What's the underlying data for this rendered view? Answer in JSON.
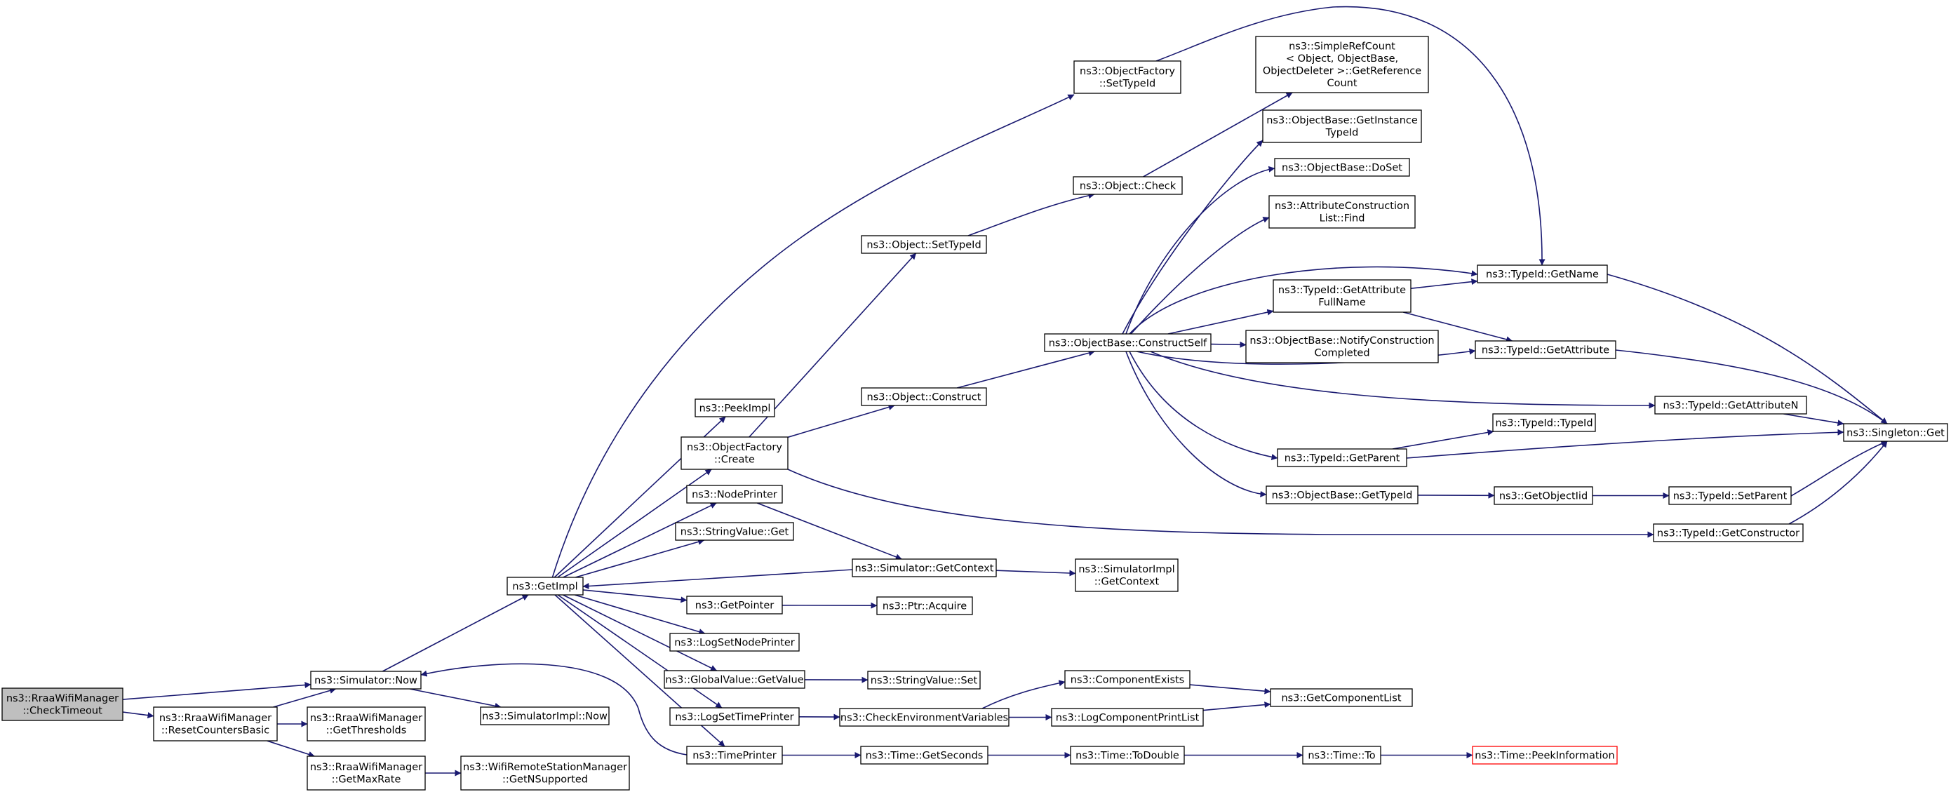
{
  "nodes": [
    {
      "id": "checktimeout",
      "lines": [
        "ns3::RraaWifiManager",
        "::CheckTimeout"
      ],
      "style": "root"
    },
    {
      "id": "sim_now",
      "lines": [
        "ns3::Simulator::Now"
      ]
    },
    {
      "id": "reset",
      "lines": [
        "ns3::RraaWifiManager",
        "::ResetCountersBasic"
      ]
    },
    {
      "id": "getthr",
      "lines": [
        "ns3::RraaWifiManager",
        "::GetThresholds"
      ]
    },
    {
      "id": "getmaxrate",
      "lines": [
        "ns3::RraaWifiManager",
        "::GetMaxRate"
      ]
    },
    {
      "id": "getnsupp",
      "lines": [
        "ns3::WifiRemoteStationManager",
        "::GetNSupported"
      ]
    },
    {
      "id": "simimpl_now",
      "lines": [
        "ns3::SimulatorImpl::Now"
      ]
    },
    {
      "id": "getimpl",
      "lines": [
        "ns3::GetImpl"
      ]
    },
    {
      "id": "peekimpl",
      "lines": [
        "ns3::PeekImpl"
      ]
    },
    {
      "id": "of_create",
      "lines": [
        "ns3::ObjectFactory",
        "::Create"
      ]
    },
    {
      "id": "nodeprinter",
      "lines": [
        "ns3::NodePrinter"
      ]
    },
    {
      "id": "strval_get",
      "lines": [
        "ns3::StringValue::Get"
      ]
    },
    {
      "id": "getpointer",
      "lines": [
        "ns3::GetPointer"
      ]
    },
    {
      "id": "logsetnode",
      "lines": [
        "ns3::LogSetNodePrinter"
      ]
    },
    {
      "id": "gv_getvalue",
      "lines": [
        "ns3::GlobalValue::GetValue"
      ]
    },
    {
      "id": "logsettime",
      "lines": [
        "ns3::LogSetTimePrinter"
      ]
    },
    {
      "id": "timeprinter",
      "lines": [
        "ns3::TimePrinter"
      ]
    },
    {
      "id": "of_settypeid",
      "lines": [
        "ns3::ObjectFactory",
        "::SetTypeId"
      ]
    },
    {
      "id": "obj_settypeid",
      "lines": [
        "ns3::Object::SetTypeId"
      ]
    },
    {
      "id": "obj_construct",
      "lines": [
        "ns3::Object::Construct"
      ]
    },
    {
      "id": "sim_getctx",
      "lines": [
        "ns3::Simulator::GetContext"
      ]
    },
    {
      "id": "ptr_acquire",
      "lines": [
        "ns3::Ptr::Acquire"
      ]
    },
    {
      "id": "strval_set",
      "lines": [
        "ns3::StringValue::Set"
      ]
    },
    {
      "id": "checkenv",
      "lines": [
        "ns3::CheckEnvironmentVariables"
      ]
    },
    {
      "id": "time_getsec",
      "lines": [
        "ns3::Time::GetSeconds"
      ]
    },
    {
      "id": "obj_check",
      "lines": [
        "ns3::Object::Check"
      ]
    },
    {
      "id": "ob_construct",
      "lines": [
        "ns3::ObjectBase::ConstructSelf"
      ]
    },
    {
      "id": "simimpl_getctx",
      "lines": [
        "ns3::SimulatorImpl",
        "::GetContext"
      ]
    },
    {
      "id": "compexists",
      "lines": [
        "ns3::ComponentExists"
      ]
    },
    {
      "id": "logcompprint",
      "lines": [
        "ns3::LogComponentPrintList"
      ]
    },
    {
      "id": "time_todouble",
      "lines": [
        "ns3::Time::ToDouble"
      ]
    },
    {
      "id": "simplerefcount",
      "lines": [
        "ns3::SimpleRefCount",
        "< Object, ObjectBase,",
        " ObjectDeleter >::GetReference",
        "Count"
      ]
    },
    {
      "id": "ob_getinst",
      "lines": [
        "ns3::ObjectBase::GetInstance",
        "TypeId"
      ]
    },
    {
      "id": "ob_doset",
      "lines": [
        "ns3::ObjectBase::DoSet"
      ]
    },
    {
      "id": "attrconst",
      "lines": [
        "ns3::AttributeConstruction",
        "List::Find"
      ]
    },
    {
      "id": "tid_getattrfull",
      "lines": [
        "ns3::TypeId::GetAttribute",
        "FullName"
      ]
    },
    {
      "id": "ob_notify",
      "lines": [
        "ns3::ObjectBase::NotifyConstruction",
        "Completed"
      ]
    },
    {
      "id": "tid_getparent",
      "lines": [
        "ns3::TypeId::GetParent"
      ]
    },
    {
      "id": "ob_gettypeid",
      "lines": [
        "ns3::ObjectBase::GetTypeId"
      ]
    },
    {
      "id": "getcomplist",
      "lines": [
        "ns3::GetComponentList"
      ]
    },
    {
      "id": "time_to",
      "lines": [
        "ns3::Time::To"
      ]
    },
    {
      "id": "tid_getname",
      "lines": [
        "ns3::TypeId::GetName"
      ]
    },
    {
      "id": "tid_getattr",
      "lines": [
        "ns3::TypeId::GetAttribute"
      ]
    },
    {
      "id": "tid_typeid",
      "lines": [
        "ns3::TypeId::TypeId"
      ]
    },
    {
      "id": "getobjectiid",
      "lines": [
        "ns3::GetObjectIid"
      ]
    },
    {
      "id": "tid_getattrn",
      "lines": [
        "ns3::TypeId::GetAttributeN"
      ]
    },
    {
      "id": "tid_getctor",
      "lines": [
        "ns3::TypeId::GetConstructor"
      ]
    },
    {
      "id": "tid_setparent",
      "lines": [
        "ns3::TypeId::SetParent"
      ]
    },
    {
      "id": "singleton",
      "lines": [
        "ns3::Singleton::Get"
      ]
    },
    {
      "id": "time_peek",
      "lines": [
        "ns3::Time::PeekInformation"
      ],
      "style": "red"
    }
  ],
  "edges": [
    [
      "checktimeout",
      "sim_now"
    ],
    [
      "checktimeout",
      "reset"
    ],
    [
      "reset",
      "sim_now"
    ],
    [
      "reset",
      "getthr"
    ],
    [
      "reset",
      "getmaxrate"
    ],
    [
      "getmaxrate",
      "getnsupp"
    ],
    [
      "sim_now",
      "getimpl"
    ],
    [
      "sim_now",
      "simimpl_now"
    ],
    [
      "getimpl",
      "of_settypeid"
    ],
    [
      "getimpl",
      "peekimpl"
    ],
    [
      "getimpl",
      "of_create"
    ],
    [
      "getimpl",
      "nodeprinter"
    ],
    [
      "getimpl",
      "strval_get"
    ],
    [
      "getimpl",
      "getpointer"
    ],
    [
      "getimpl",
      "logsetnode"
    ],
    [
      "getimpl",
      "gv_getvalue"
    ],
    [
      "getimpl",
      "logsettime"
    ],
    [
      "getimpl",
      "timeprinter"
    ],
    [
      "of_create",
      "obj_settypeid"
    ],
    [
      "of_create",
      "obj_construct"
    ],
    [
      "of_create",
      "tid_getctor"
    ],
    [
      "obj_settypeid",
      "obj_check"
    ],
    [
      "obj_check",
      "simplerefcount"
    ],
    [
      "obj_construct",
      "ob_construct"
    ],
    [
      "of_settypeid",
      "tid_getname"
    ],
    [
      "nodeprinter",
      "sim_getctx"
    ],
    [
      "sim_getctx",
      "getimpl"
    ],
    [
      "sim_getctx",
      "simimpl_getctx"
    ],
    [
      "getpointer",
      "ptr_acquire"
    ],
    [
      "gv_getvalue",
      "strval_set"
    ],
    [
      "logsettime",
      "checkenv"
    ],
    [
      "checkenv",
      "compexists"
    ],
    [
      "checkenv",
      "logcompprint"
    ],
    [
      "compexists",
      "getcomplist"
    ],
    [
      "logcompprint",
      "getcomplist"
    ],
    [
      "timeprinter",
      "sim_now"
    ],
    [
      "timeprinter",
      "time_getsec"
    ],
    [
      "time_getsec",
      "time_todouble"
    ],
    [
      "time_todouble",
      "time_to"
    ],
    [
      "time_to",
      "time_peek"
    ],
    [
      "ob_construct",
      "ob_getinst"
    ],
    [
      "ob_construct",
      "ob_doset"
    ],
    [
      "ob_construct",
      "attrconst"
    ],
    [
      "ob_construct",
      "tid_getname"
    ],
    [
      "ob_construct",
      "tid_getattrfull"
    ],
    [
      "ob_construct",
      "ob_notify"
    ],
    [
      "ob_construct",
      "tid_getattr"
    ],
    [
      "ob_construct",
      "tid_getattrn"
    ],
    [
      "ob_construct",
      "tid_getparent"
    ],
    [
      "ob_construct",
      "ob_gettypeid"
    ],
    [
      "tid_getattrfull",
      "tid_getname"
    ],
    [
      "tid_getattrfull",
      "tid_getattr"
    ],
    [
      "tid_getname",
      "singleton"
    ],
    [
      "tid_getattr",
      "singleton"
    ],
    [
      "tid_getattrn",
      "singleton"
    ],
    [
      "tid_getparent",
      "tid_typeid"
    ],
    [
      "tid_getparent",
      "singleton"
    ],
    [
      "ob_gettypeid",
      "getobjectiid"
    ],
    [
      "getobjectiid",
      "tid_setparent"
    ],
    [
      "tid_setparent",
      "singleton"
    ],
    [
      "tid_getctor",
      "singleton"
    ]
  ]
}
